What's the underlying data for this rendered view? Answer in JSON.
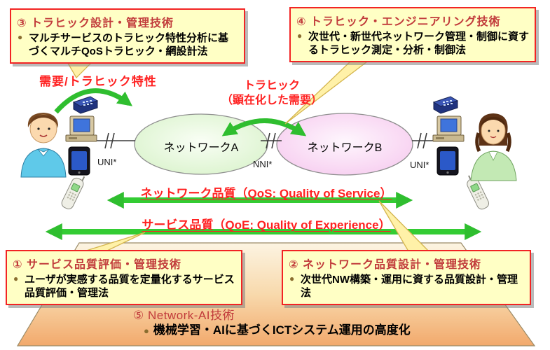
{
  "boxes": {
    "traffic_design": {
      "title": "③ トラヒック設計・管理技術",
      "body": "マルチサービスのトラヒック特性分析に基づくマルチQoSトラヒック・網設計法"
    },
    "traffic_engineering": {
      "title": "④ トラヒック・エンジニアリング技術",
      "body": "次世代・新世代ネットワーク管理・制御に資するトラヒック測定・分析・制御法"
    },
    "service_quality": {
      "title": "① サービス品質評価・管理技術",
      "body": "ユーザが実感する品質を定量化するサービス品質評価・管理法"
    },
    "network_quality": {
      "title": "② ネットワーク品質設計・管理技術",
      "body": "次世代NW構築・運用に資する品質設計・管理法"
    },
    "network_ai": {
      "title": "⑤ Network-AI技術",
      "body": "機械学習・AIに基づくICTシステム運用の高度化"
    }
  },
  "labels": {
    "demand": "需要/トラヒック特性",
    "traffic": "トラヒック",
    "traffic_sub": "（顕在化した需要）",
    "network_a": "ネットワークA",
    "network_b": "ネットワークB",
    "uni_left": "UNI*",
    "nni": "NNI*",
    "uni_right": "UNI*",
    "qos": "ネットワーク品質（QoS: Quality of Service）",
    "qoe": "サービス品質（QoE: Quality of Experience）",
    "bullet": "●"
  },
  "icons": [
    "fax-icon",
    "desktop-computer-icon",
    "pda-icon",
    "mobile-phone-icon",
    "man-user-avatar",
    "woman-user-avatar",
    "demand-curved-arrow",
    "traffic-double-arrow",
    "qos-double-arrow",
    "qoe-double-arrow",
    "network-a-ellipse",
    "network-b-ellipse",
    "uni-nni-connector",
    "callout-pointer",
    "background-trapezoid"
  ],
  "colors": {
    "arrow_green": "#33CC33",
    "label_red": "#FF2121",
    "box_fill": "#FFFFC5",
    "box_border": "#F22424",
    "box_title_red": "#C13B3B",
    "bullet_brown": "#8A6D2F",
    "network_a_fill": "#D7F2C8",
    "network_b_fill": "#F6C8EE",
    "callout_yellow": "#FFF1A8",
    "trapezoid_top": "#FCF4E2",
    "trapezoid_bottom": "#F2A96C",
    "background": "#FFFFFF"
  }
}
